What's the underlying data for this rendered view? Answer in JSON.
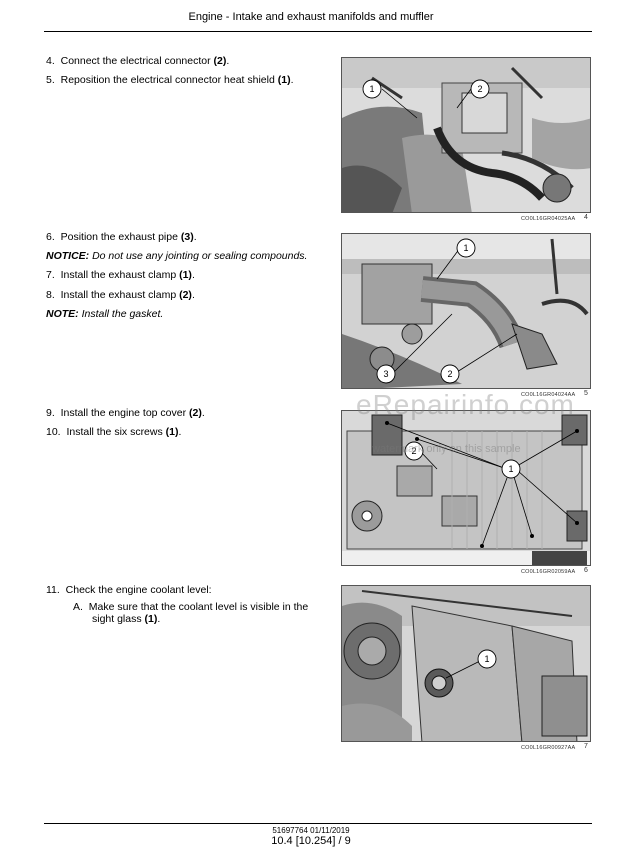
{
  "header": {
    "title": "Engine - Intake and exhaust manifolds and muffler"
  },
  "sections": [
    {
      "steps": [
        {
          "num": "4.",
          "text": "Connect the electrical connector ",
          "ref": "(2)",
          "end": "."
        },
        {
          "num": "5.",
          "text": "Reposition the electrical connector heat shield ",
          "ref": "(1)",
          "end": "."
        }
      ],
      "figure": {
        "code": "CO0L16GR04025AA",
        "number": "4",
        "callouts": [
          "1",
          "2"
        ]
      }
    },
    {
      "steps": [
        {
          "num": "6.",
          "text": "Position the exhaust pipe ",
          "ref": "(3)",
          "end": "."
        },
        {
          "note_label": "NOTICE:",
          "note_text": " Do not use any jointing or sealing compounds."
        },
        {
          "num": "7.",
          "text": "Install the exhaust clamp ",
          "ref": "(1)",
          "end": "."
        },
        {
          "num": "8.",
          "text": "Install the exhaust clamp ",
          "ref": "(2)",
          "end": "."
        },
        {
          "note_label": "NOTE:",
          "note_text": " Install the gasket."
        }
      ],
      "figure": {
        "code": "CO0L16GR04024AA",
        "number": "5",
        "callouts": [
          "1",
          "3",
          "2"
        ]
      }
    },
    {
      "steps": [
        {
          "num": "9.",
          "text": "Install the engine top cover ",
          "ref": "(2)",
          "end": "."
        },
        {
          "num": "10.",
          "text": "Install the six screws ",
          "ref": "(1)",
          "end": "."
        }
      ],
      "figure": {
        "code": "CO0L16GR02059AA",
        "number": "6",
        "callouts": [
          "2",
          "1"
        ]
      }
    },
    {
      "steps": [
        {
          "num": "11.",
          "text": "Check the engine coolant level:",
          "ref": "",
          "end": ""
        },
        {
          "num": "A.",
          "text": "Make sure that the coolant level is visible in the",
          "ref": "",
          "end": ""
        },
        {
          "num": "",
          "text": "sight glass ",
          "ref": "(1)",
          "end": "."
        }
      ],
      "figure": {
        "code": "CO0L16GR00927AA",
        "number": "7",
        "callouts": [
          "1"
        ]
      }
    }
  ],
  "watermark": {
    "main": "eRepairinfo.com",
    "sub": "watermark only on this sample"
  },
  "footer": {
    "doc": "51697764 01/11/2019",
    "page": "10.4 [10.254] / 9"
  }
}
